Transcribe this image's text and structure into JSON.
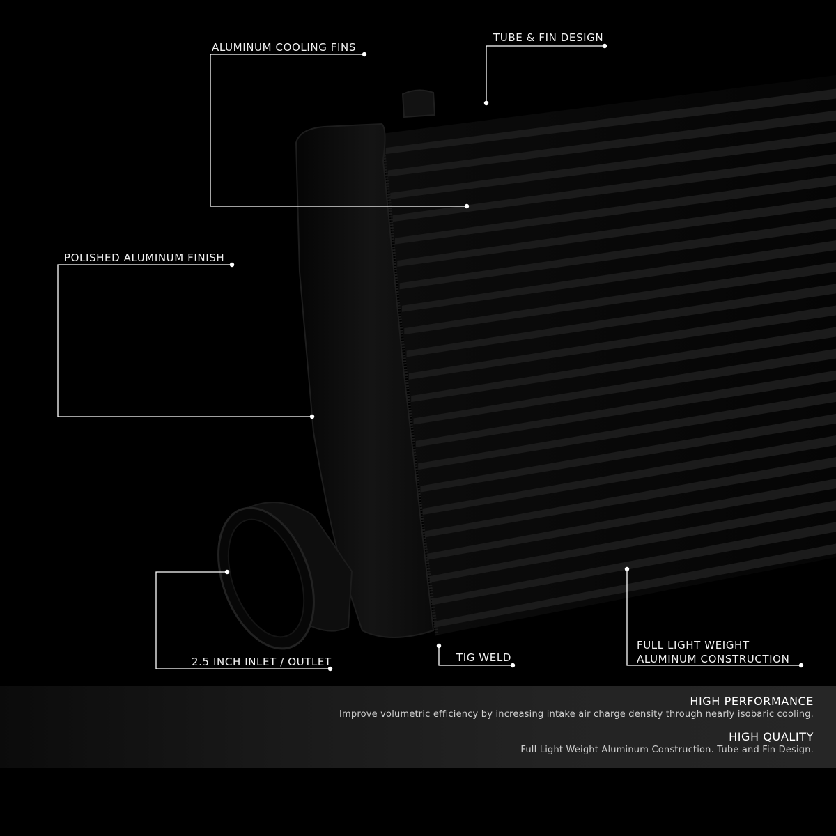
{
  "callouts": {
    "cooling_fins": "ALUMINUM COOLING FINS",
    "tube_fin": "TUBE & FIN DESIGN",
    "polished_finish": "POLISHED ALUMINUM FINISH",
    "inlet_outlet": "2.5 INCH INLET / OUTLET",
    "tig_weld": "TIG WELD",
    "construction_line1": "FULL LIGHT WEIGHT",
    "construction_line2": "ALUMINUM CONSTRUCTION"
  },
  "info": {
    "performance_title": "HIGH PERFORMANCE",
    "performance_text": "Improve volumetric efficiency by increasing intake air charge density through nearly isobaric cooling.",
    "quality_title": "HIGH QUALITY",
    "quality_text": "Full Light Weight Aluminum Construction. Tube and Fin Design."
  },
  "colors": {
    "background": "#000000",
    "callout_line": "#ffffff",
    "intercooler_body": "#111111"
  }
}
